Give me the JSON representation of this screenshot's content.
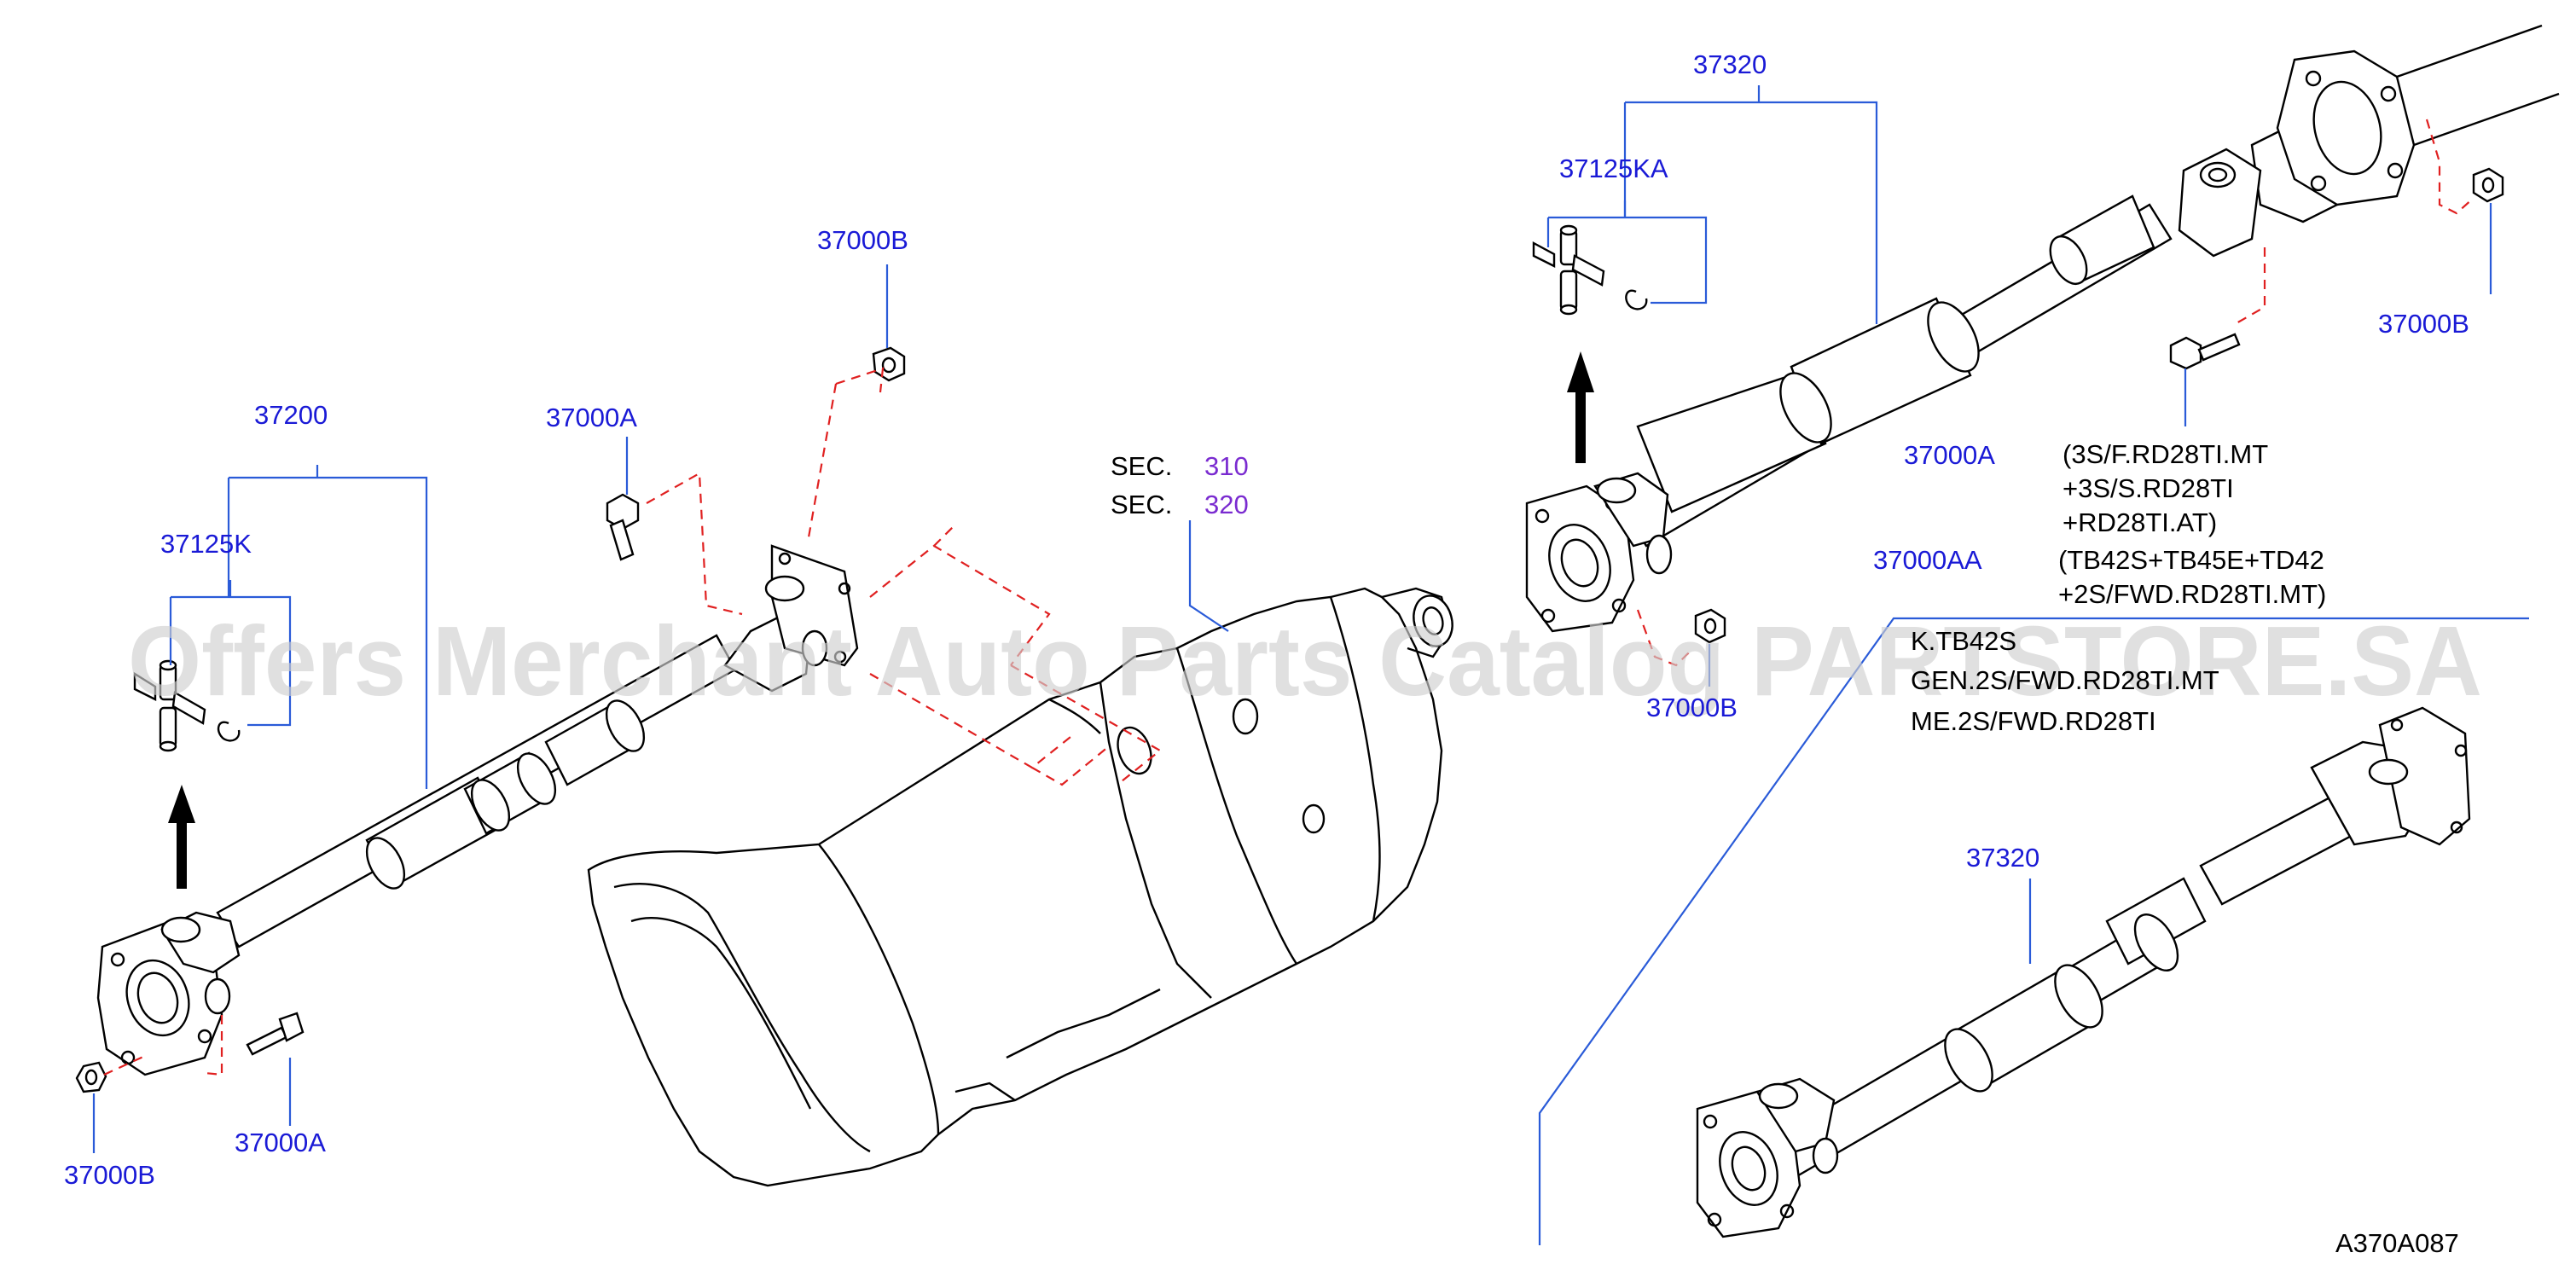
{
  "labels": {
    "p37200": "37200",
    "p37125K": "37125K",
    "p37000B_mid": "37000B",
    "p37000A_mid": "37000A",
    "p37000A_left": "37000A",
    "p37000B_left": "37000B",
    "p37320_top": "37320",
    "p37125KA": "37125KA",
    "p37000B_right": "37000B",
    "p37000A_right": "37000A",
    "p37000AA": "37000AA",
    "p37000B_rmid": "37000B",
    "p37320_low": "37320"
  },
  "sections": {
    "sec_word_1": "SEC.",
    "sec_num_1": "310",
    "sec_word_2": "SEC.",
    "sec_num_2": "320"
  },
  "notes": {
    "a_line1": "(3S/F.RD28TI.MT",
    "a_line2": "+3S/S.RD28TI",
    "a_line3": "+RD28TI.AT)",
    "aa_line1": "(TB42S+TB45E+TD42",
    "aa_line2": "+2S/FWD.RD28TI.MT)",
    "v_line1": "K.TB42S",
    "v_line2": "GEN.2S/FWD.RD28TI.MT",
    "v_line3": "ME.2S/FWD.RD28TI"
  },
  "diagram_code": "A370A087",
  "watermark": "Offers Merchant Auto Parts Catalog PARTSTORE.SA",
  "colors": {
    "label_blue": "#1a1ad6",
    "section_purple": "#7a2bd0",
    "leader_blue": "#2a5bd8",
    "dashed_red": "#e02020"
  }
}
